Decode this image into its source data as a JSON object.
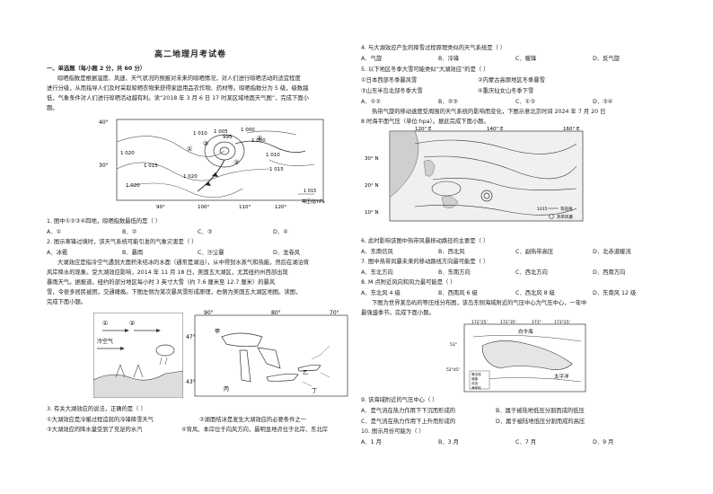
{
  "title": "高二地理月考试卷",
  "section": "一、单选题（每小题 2 分，共 60 分）",
  "intro1": [
    "晾晒指数是根据温度、风速、天气状况的预报对未来的晾晒情况，对人们进行晾晒活动的适宜程度",
    "进行分级，从而指导人们及时采取晾晒衣物来获得家庭用品农作物、药材等。晾晒指数分为 5 级，级数越",
    "低，气象条件对人们进行晾晒活动越有利。读“2018 年 3 月 6 日 17 时某区域地面天气图”，完成下面小",
    "题。"
  ],
  "map1": {
    "isobars": [
      "1 020",
      "1 015",
      "1 020",
      "1 010",
      "1 005",
      "995",
      "1 000",
      "1 010",
      "1 015",
      "1 000",
      "1 020"
    ],
    "points": [
      "①",
      "②",
      "③",
      "④"
    ],
    "lon": [
      "90°",
      "100°",
      "110°",
      "120°"
    ],
    "lat": [
      "40°",
      "30°"
    ],
    "legend_value": "1 015",
    "legend_label": "等压线/hPa"
  },
  "q1": {
    "stem": "1. 图中①②③④四地，晾晒指数最低的是（  ）",
    "opts": [
      "A．①",
      "B．②",
      "C．③",
      "D．④"
    ]
  },
  "q2": {
    "stem": "2. 图示寒锋过境时，该天气系统可能引发的气象灾害是（  ）",
    "opts": [
      "A．冰雹",
      "B．暴雨",
      "C．沙尘暴",
      "D．龙卷风"
    ]
  },
  "intro2": [
    "大湖效应是指冷空气遇到大面积未结冰的水面（通常是湖泊），从中得到水蒸气和热能，然后在湖泊背",
    "风岸降水的现象。受大湖效应影响，2014 年 11 月 18 日，美国五大湖区，尤其纽约州西部出现",
    "暴雨天气。据报道，纽约的部分地区每小时 3 英寸大雪（约 7.6 厘米至 12.7 厘米）的暴风",
    "雪，令很多居民被困，交通瘫痪。下图左侧为某次暴风雪形成原理，右侧为美国五大湖区地图。读图，",
    "完成下面小题。"
  ],
  "fig_left_labels": {
    "cold_air": "冷空气",
    "n1": "①",
    "n2": "②"
  },
  "fig_right": {
    "lon": [
      "90°",
      "80°",
      "70°"
    ],
    "lat": [
      "47°",
      "43°"
    ],
    "places": [
      "甲",
      "乙",
      "丙",
      "丁"
    ]
  },
  "q3": {
    "stem": "3. 有关大湖效应的说法，正确的是（  ）",
    "lines": [
      [
        "①大湖效应是冷暖过程造就的冷锋降雪天气",
        "②湖面结冰是发生大湖效应的必要条件之一"
      ],
      [
        "③大湖效应的降水量受到了充足的水汽",
        "④背风、本岸位于向风方向，最明显地点位于北岸、东北岸"
      ]
    ]
  },
  "q4": {
    "stem": "4. 与大湖效应产生的降雪过程原理类似的天气系统是（  ）",
    "opts": [
      "A．气旋",
      "B．冷锋",
      "C．暖锋",
      "D．反气旋"
    ]
  },
  "q5": {
    "stem": "5. 以下地区冬季大雪可能类似“大湖效应”的是（  ）",
    "lines": [
      [
        "①日本西部冬季暴风雪",
        "②内蒙古高原地区冬季暴雪"
      ],
      [
        "③山东半岛北部冬季大雪",
        "④重庆仙女山冬季下雪"
      ]
    ],
    "opts": [
      "A．①②",
      "B．②③",
      "C．①③",
      "D．③④"
    ]
  },
  "intro3": [
    "热带气旋的移动速度受周围的天气系统的影响而变化，下图示意北京时间 2024 年 7 月 20 日",
    "8 时海平面气压（单位:hpa）。据此完成下面小题。"
  ],
  "map2": {
    "lon": [
      "120° E",
      "140° E",
      "160° E"
    ],
    "lat": [
      "30° N",
      "20° N",
      "10° N"
    ],
    "legend": [
      "1015",
      "等压线",
      "热带风暴"
    ]
  },
  "q6": {
    "stem": "6. 此时影响该图中热带风暴移动路径的主要是（  ）",
    "opts": [
      "A．东南信风",
      "B．西北风",
      "C．副热带高压",
      "D．北赤道暖流"
    ]
  },
  "q7": {
    "stem": "7. 图中热带风暴未来的移动路线方向最可能是（  ）",
    "opts": [
      "A．东北方向",
      "B．东南方向",
      "C．西北方向",
      "D．西南方向"
    ]
  },
  "q8": {
    "stem": "8. M 点附近风向和风力最可能是（  ）",
    "opts": [
      "A．东北风 4 级",
      "B．西南风 6 级",
      "C．西北风 8 级",
      "D．东南风 12 级"
    ]
  },
  "intro4": [
    "下图为世界某岛屿的等压线分布图，该岛东侧海域附近的气压中心为气压中心，一年中",
    "最强盛季节。完成下面小题。"
  ],
  "map3": {
    "lon": [
      "172°25'",
      "172°35'",
      "173°",
      "173°25'"
    ],
    "lat": [
      "53°",
      "52°45'"
    ],
    "sea": [
      "白令海",
      "太平洋"
    ],
    "legend": [
      "等压线",
      "城镇",
      "河流",
      "海岸线"
    ]
  },
  "q9": {
    "stem": "9. 该海域附近的气压中心（  ）",
    "lines": [
      [
        "A．是气流在热力作用下下沉而形成的",
        "B．属于被陆地低压分割而成的低压"
      ],
      [
        "C．是气流在热力作用下上升而形成的",
        "D．属于被陆地低压分割而成的高压"
      ]
    ]
  },
  "q10": {
    "stem": "10. 图示月份可能为（  ）",
    "opts": [
      "A．1 月",
      "B．3 月",
      "C．7 月",
      "D．9 月"
    ]
  }
}
